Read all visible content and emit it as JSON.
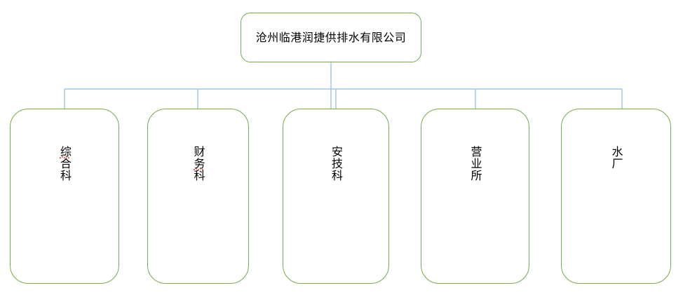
{
  "diagram": {
    "type": "organization-chart",
    "orientation": "top-down",
    "background_color": "#ffffff",
    "box_border_color": "#76ab49",
    "box_fill_color": "#ffffff",
    "connector_color": "#9dc3e6",
    "text_color": "#000000",
    "spellcheck_underline_color": "#e03a2f"
  },
  "root": {
    "label": "沧州临港润捷供排水有限公司",
    "text_direction": "horizontal"
  },
  "children": [
    {
      "label": "综合科",
      "text_direction": "vertical",
      "spellcheck_flagged_char": "综"
    },
    {
      "label": "财务科",
      "text_direction": "vertical",
      "spellcheck_flagged_char": "务"
    },
    {
      "label": "安技科",
      "text_direction": "vertical",
      "spellcheck_flagged_char": ""
    },
    {
      "label": "营业所",
      "text_direction": "vertical",
      "spellcheck_flagged_char": ""
    },
    {
      "label": "水厂",
      "text_direction": "vertical",
      "spellcheck_flagged_char": ""
    }
  ]
}
